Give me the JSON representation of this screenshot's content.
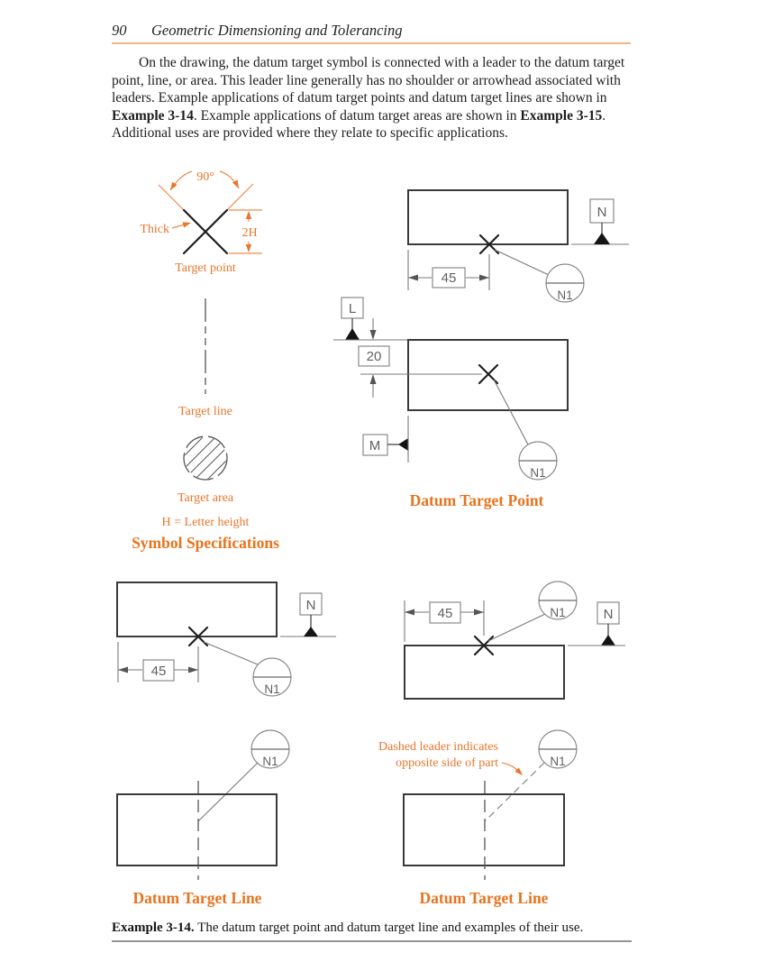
{
  "page": {
    "number": "90",
    "running_title": "Geometric Dimensioning and Tolerancing"
  },
  "paragraph": {
    "segments": [
      {
        "text": "On the drawing, the datum target symbol is connected with a leader to the datum target point, line, or area. This leader line generally has no shoulder or arrowhead associated with leaders. Example applications of datum target points and datum target lines are shown in ",
        "bold": false
      },
      {
        "text": "Example 3-14",
        "bold": true
      },
      {
        "text": ". Example applications of datum target areas are shown in ",
        "bold": false
      },
      {
        "text": "Example 3-15",
        "bold": true
      },
      {
        "text": ". Additional uses are provided where they relate to specific applications.",
        "bold": false
      }
    ]
  },
  "symbol_spec": {
    "angle": "90°",
    "thick": "Thick",
    "height": "2H",
    "target_point": "Target point",
    "target_line": "Target line",
    "target_area": "Target area",
    "note": "H = Letter height",
    "title": "Symbol Specifications"
  },
  "point_title": "Datum Target Point",
  "point_a": {
    "dim": "45",
    "datum": "N",
    "target": "N1"
  },
  "point_b": {
    "datum_top": "L",
    "dim": "20",
    "datum_side": "M",
    "target": "N1"
  },
  "line_tl": {
    "dim": "45",
    "datum": "N",
    "target": "N1"
  },
  "line_tr": {
    "dim": "45",
    "datum": "N",
    "target": "N1"
  },
  "line_bl": {
    "target": "N1",
    "title": "Datum Target Line"
  },
  "line_br": {
    "target": "N1",
    "title": "Datum Target Line",
    "note1": "Dashed leader indicates",
    "note2": "opposite side of part"
  },
  "caption": {
    "segments": [
      {
        "text": "Example 3-14.",
        "bold": true
      },
      {
        "text": " The datum target point and datum target line and examples of their use.",
        "bold": false
      }
    ]
  },
  "colors": {
    "accent": "#E8731E",
    "accent_light": "#F08A4B",
    "header_rule": "#F7B487",
    "outline_dark": "#3A3A3A",
    "dim_gray": "#7A7A7A"
  }
}
